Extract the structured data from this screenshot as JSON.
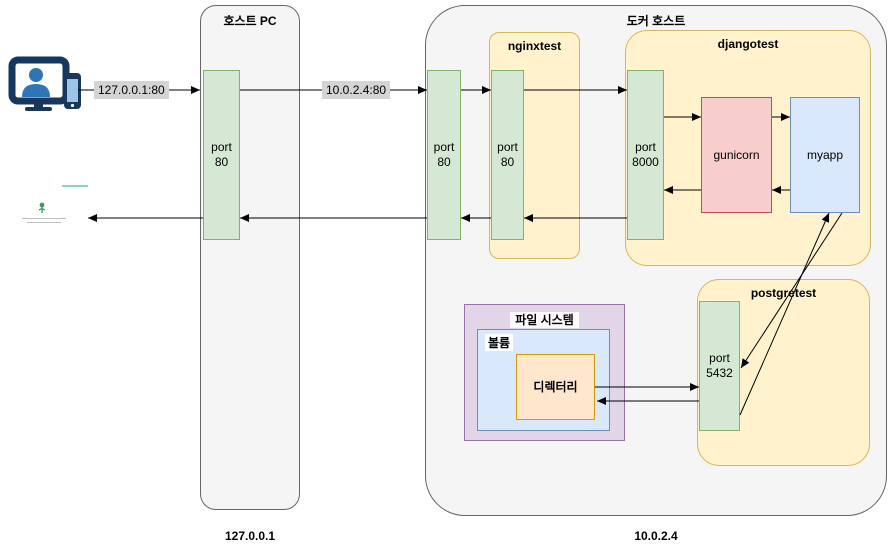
{
  "host_pc": {
    "title": "호스트 PC",
    "port_label": "port\n80",
    "footer_ip": "127.0.0.1"
  },
  "docker_host": {
    "title": "도커 호스트",
    "port_label": "port\n80",
    "footer_ip": "10.0.2.4",
    "nginxtest": {
      "title": "nginxtest",
      "port_label": "port\n80"
    },
    "djangotest": {
      "title": "djangotest",
      "port_label": "port\n8000",
      "gunicorn_label": "gunicorn",
      "myapp_label": "myapp"
    },
    "postgretest": {
      "title": "postgretest",
      "port_label": "port\n5432"
    },
    "filesystem": {
      "title": "파일 시스템",
      "volume_title": "볼륨",
      "directory_label": "디렉터리"
    }
  },
  "edges": {
    "client_to_host_label": "127.0.0.1:80",
    "host_to_docker_label": "10.0.2.4:80"
  },
  "icons": {
    "client": "monitor-user-phone-icon"
  },
  "colors": {
    "container_fill": "#f5f5f5",
    "container_border": "#666666",
    "port_fill": "#d5e8d4",
    "port_border": "#82b366",
    "group_fill": "#fff2cc",
    "group_border": "#d6b656",
    "gunicorn_fill": "#f8cecc",
    "gunicorn_border": "#b85450",
    "myapp_fill": "#dae8fc",
    "myapp_border": "#6c8ebf",
    "filesystem_fill": "#e1d5e7",
    "filesystem_border": "#9673a6",
    "directory_fill": "#ffe6cc",
    "directory_border": "#d79b00",
    "edge_label_bg": "#d4d4d4",
    "arrow_color": "#000000"
  }
}
